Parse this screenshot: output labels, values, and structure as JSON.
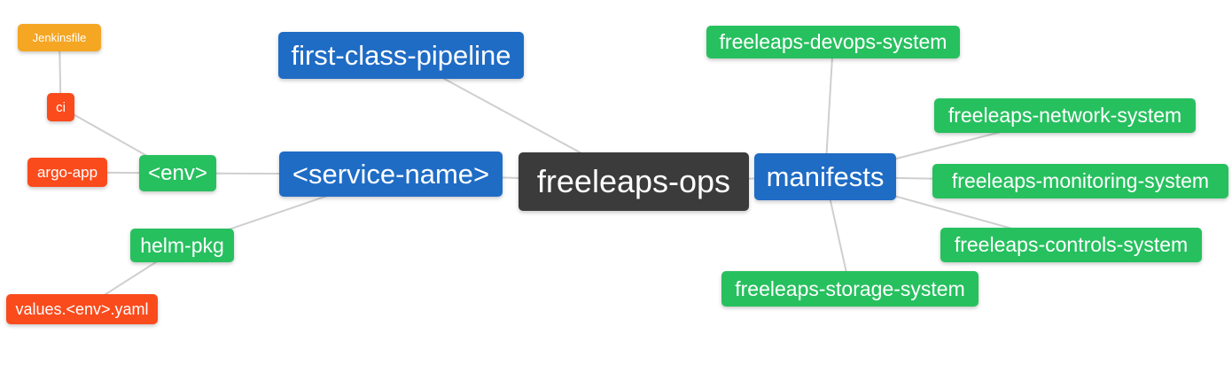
{
  "diagram": {
    "type": "mindmap",
    "root_label": "freeleaps-ops"
  },
  "nodes": {
    "freeleaps_ops": {
      "label": "freeleaps-ops"
    },
    "first_class_pipeline": {
      "label": "first-class-pipeline"
    },
    "service_name": {
      "label": "<service-name>"
    },
    "env": {
      "label": "<env>"
    },
    "ci": {
      "label": "ci"
    },
    "jenkinsfile": {
      "label": "Jenkinsfile"
    },
    "argo_app": {
      "label": "argo-app"
    },
    "helm_pkg": {
      "label": "helm-pkg"
    },
    "values_env_yaml": {
      "label": "values.<env>.yaml"
    },
    "manifests": {
      "label": "manifests"
    },
    "freeleaps_devops_system": {
      "label": "freeleaps-devops-system"
    },
    "freeleaps_network_system": {
      "label": "freeleaps-network-system"
    },
    "freeleaps_monitoring_system": {
      "label": "freeleaps-monitoring-system"
    },
    "freeleaps_controls_system": {
      "label": "freeleaps-controls-system"
    },
    "freeleaps_storage_system": {
      "label": "freeleaps-storage-system"
    }
  },
  "edges": [
    [
      "freeleaps_ops",
      "first_class_pipeline"
    ],
    [
      "freeleaps_ops",
      "service_name"
    ],
    [
      "freeleaps_ops",
      "manifests"
    ],
    [
      "service_name",
      "env"
    ],
    [
      "service_name",
      "helm_pkg"
    ],
    [
      "env",
      "ci"
    ],
    [
      "env",
      "argo_app"
    ],
    [
      "ci",
      "jenkinsfile"
    ],
    [
      "helm_pkg",
      "values_env_yaml"
    ],
    [
      "manifests",
      "freeleaps_devops_system"
    ],
    [
      "manifests",
      "freeleaps_network_system"
    ],
    [
      "manifests",
      "freeleaps_monitoring_system"
    ],
    [
      "manifests",
      "freeleaps_controls_system"
    ],
    [
      "manifests",
      "freeleaps_storage_system"
    ]
  ],
  "colors": {
    "root": "#3b3b3b",
    "blue": "#1f6cc5",
    "green": "#27c05f",
    "red": "#fa4b1c",
    "amber": "#f5a623",
    "edge": "#cfcfcf"
  }
}
